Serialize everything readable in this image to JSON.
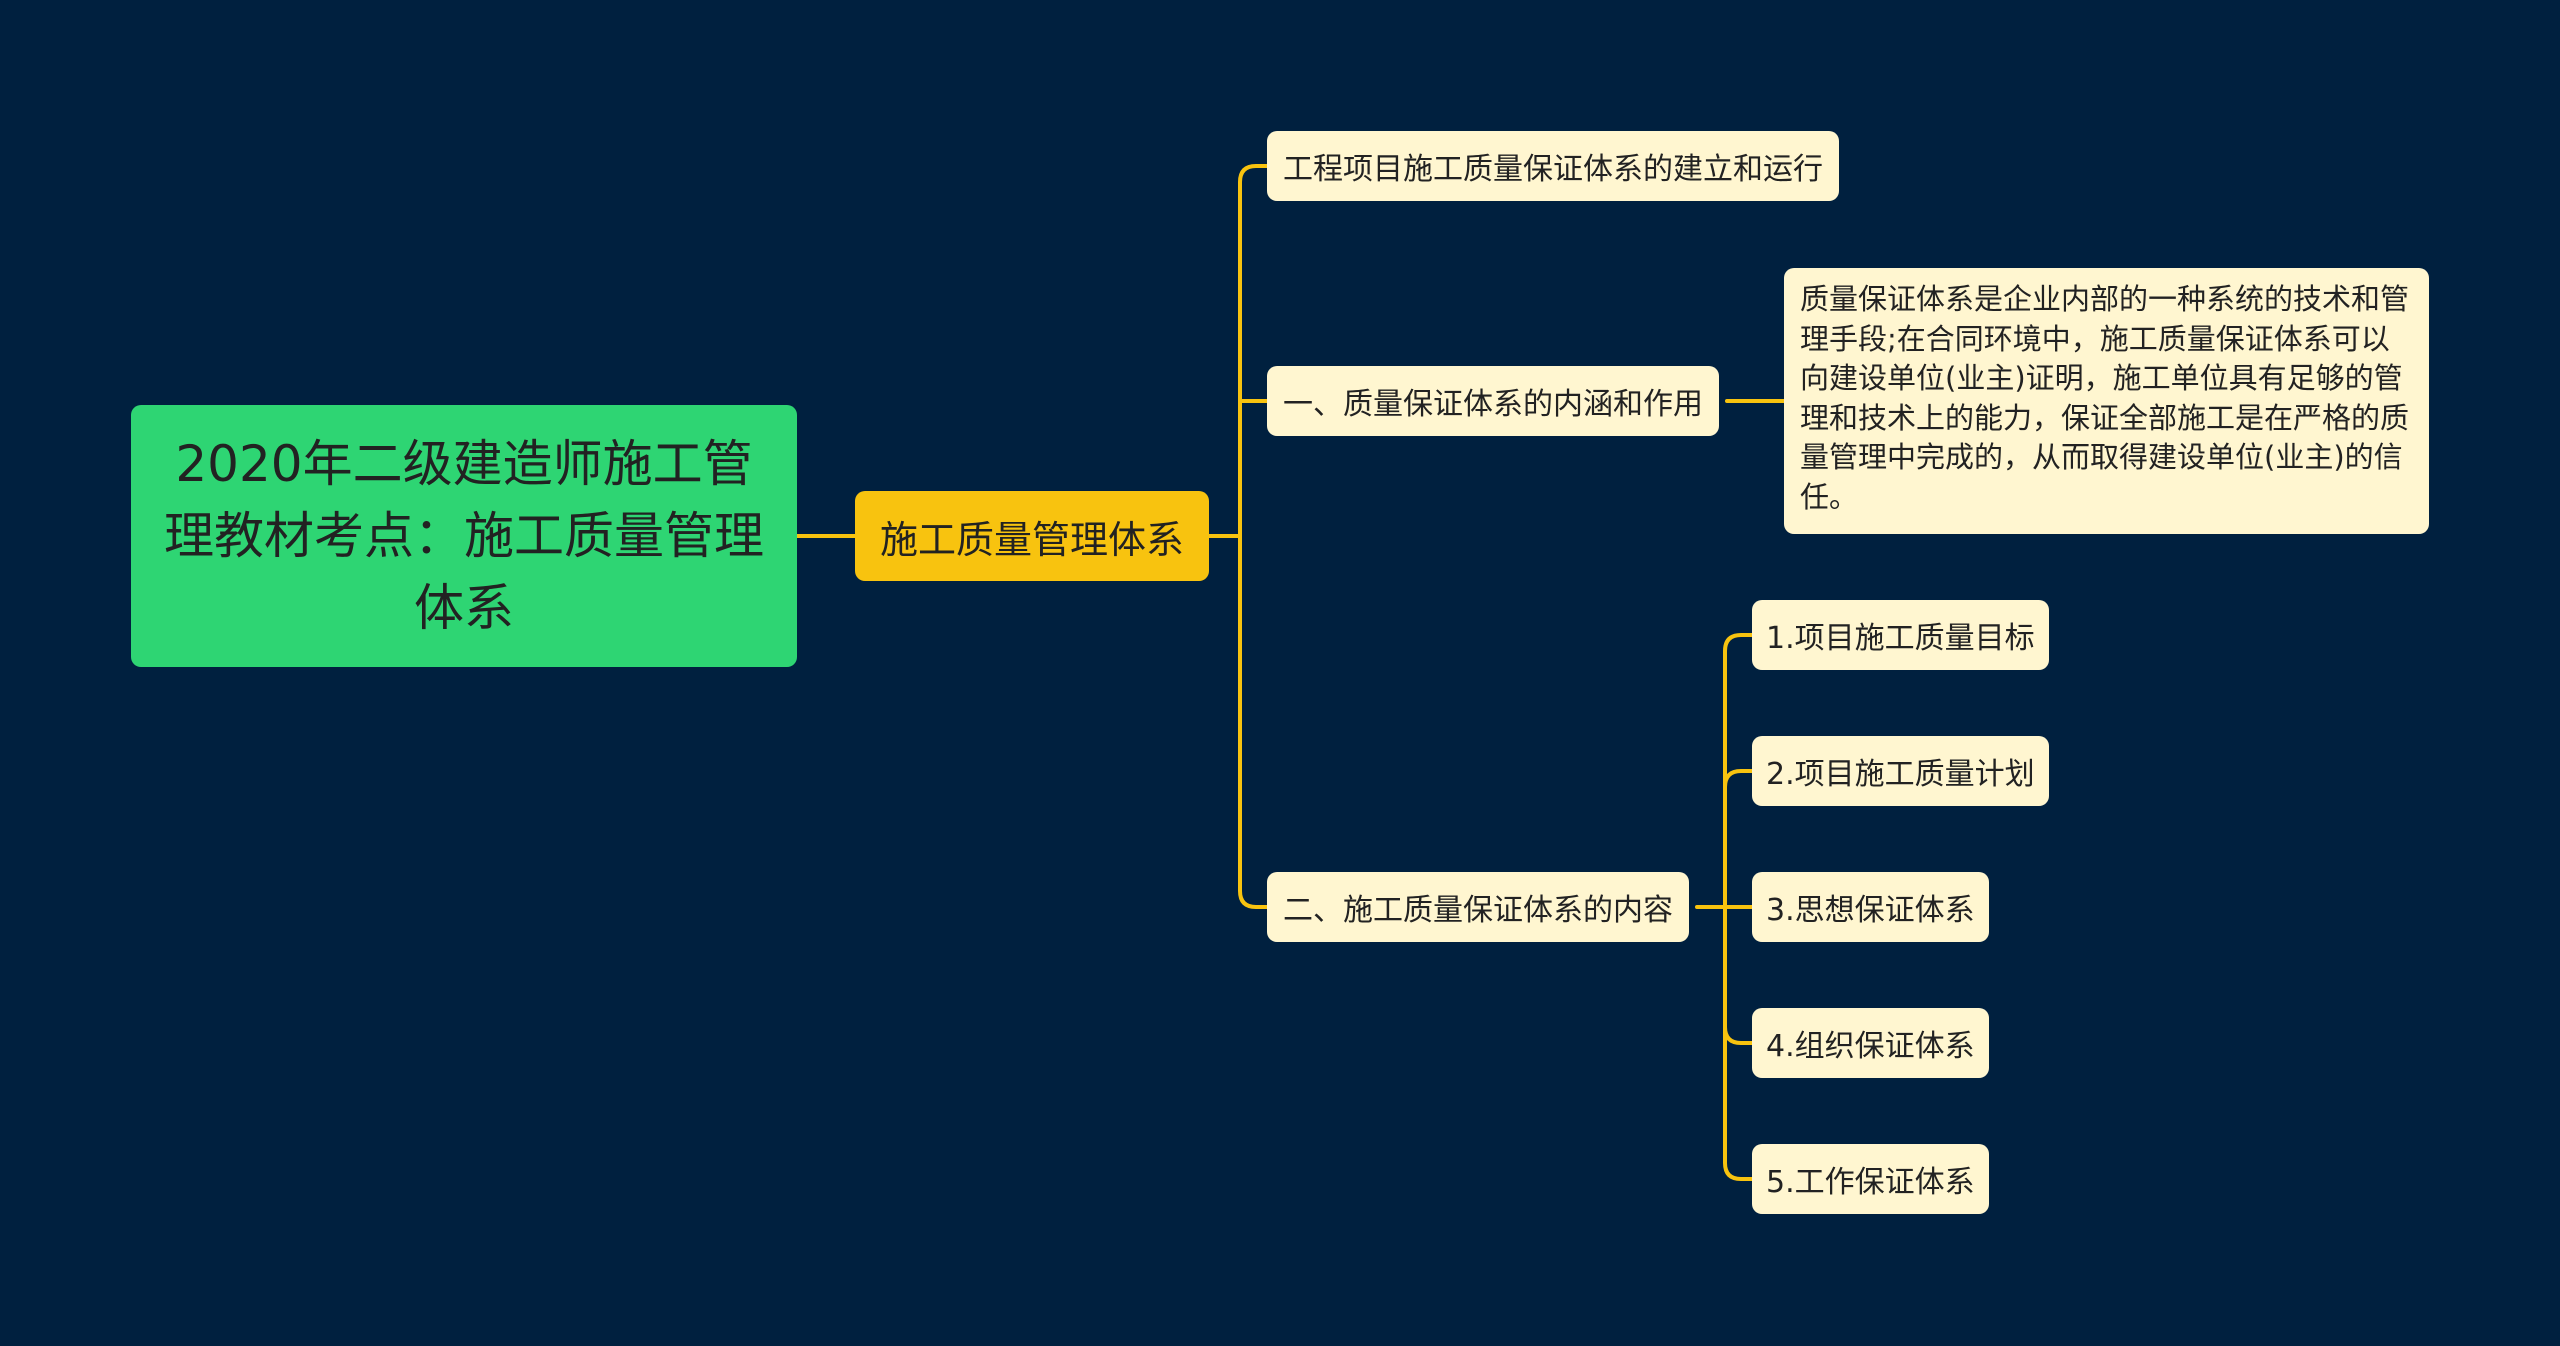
{
  "root": {
    "title": "2020年二级建造师施工管理教材考点：施工质量管理体系"
  },
  "main": {
    "label": "施工质量管理体系"
  },
  "branches": [
    {
      "label": "工程项目施工质量保证体系的建立和运行"
    },
    {
      "label": "一、质量保证体系的内涵和作用"
    },
    {
      "label": "二、施工质量保证体系的内容"
    }
  ],
  "detail": {
    "text": "质量保证体系是企业内部的一种系统的技术和管理手段;在合同环境中，施工质量保证体系可以向建设单位(业主)证明，施工单位具有足够的管理和技术上的能力，保证全部施工是在严格的质量管理中完成的，从而取得建设单位(业主)的信任。"
  },
  "leaves": [
    {
      "label": "1.项目施工质量目标"
    },
    {
      "label": "2.项目施工质量计划"
    },
    {
      "label": "3.思想保证体系"
    },
    {
      "label": "4.组织保证体系"
    },
    {
      "label": "5.工作保证体系"
    }
  ],
  "colors": {
    "background": "#00203f",
    "root": "#2ed573",
    "main": "#f8c30f",
    "node": "#fff6d0",
    "connector": "#f8c30f"
  }
}
